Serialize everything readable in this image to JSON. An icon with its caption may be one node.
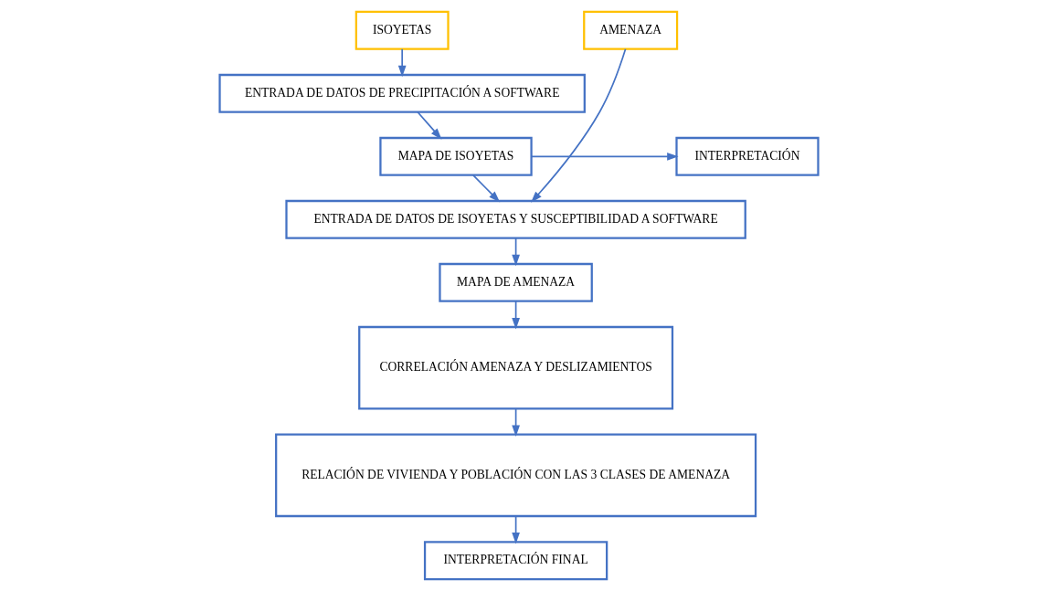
{
  "diagram": {
    "nodes": [
      {
        "text": [
          "ISOYETAS"
        ]
      },
      {
        "text": [
          "ENTRADA DE DATOS DE PRECIPITACIÓN A SOFTWARE"
        ]
      },
      {
        "text": [
          "MAPA DE ISOYETAS"
        ]
      },
      {
        "text": [
          "INTERPRETACIÓN"
        ]
      },
      {
        "text": [
          "AMENAZA"
        ]
      },
      {
        "text": [
          "ENTRADA DE DATOS DE ISOYETAS Y SUSCEPTIBILIDAD A SOFTWARE"
        ]
      },
      {
        "text": [
          "MAPA DE AMENAZA"
        ]
      },
      {
        "text": [
          "CORRELACIÓN AMENAZA Y DESLIZAMIENTOS"
        ]
      },
      {
        "text": [
          "RELACIÓN DE VIVIENDA Y POBLACIÓN CON LAS 3 CLASES DE AMENAZA"
        ]
      },
      {
        "text": [
          "INTERPRETACIÓN FINAL"
        ]
      }
    ],
    "edges": [
      {
        "from": 0,
        "to": 1,
        "arrow": "to"
      },
      {
        "from": 1,
        "to": 2,
        "arrow": "to"
      },
      {
        "from": 2,
        "to": 3,
        "arrow": "to"
      },
      {
        "from": 2,
        "to": 5,
        "arrow": "to"
      },
      {
        "from": 4,
        "to": 5,
        "arrow": "to"
      },
      {
        "from": 5,
        "to": 6,
        "arrow": "to"
      },
      {
        "from": 6,
        "to": 7,
        "arrow": "to"
      },
      {
        "from": 7,
        "to": 8,
        "arrow": "to"
      },
      {
        "from": 8,
        "to": 9,
        "arrow": "to"
      }
    ]
  }
}
